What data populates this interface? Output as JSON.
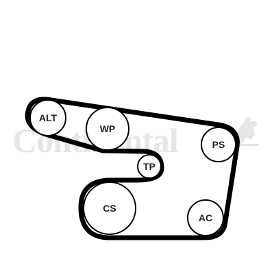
{
  "diagram": {
    "watermark": "Continental",
    "pulleys": [
      {
        "id": "alt",
        "label": "ALT"
      },
      {
        "id": "wp",
        "label": "WP"
      },
      {
        "id": "ps",
        "label": "PS"
      },
      {
        "id": "tp",
        "label": "TP"
      },
      {
        "id": "cs",
        "label": "CS"
      },
      {
        "id": "ac",
        "label": "AC"
      }
    ]
  }
}
